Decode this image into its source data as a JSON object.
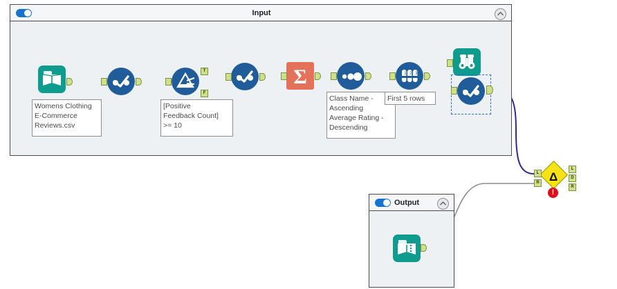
{
  "canvas": {
    "background": "#ffffff",
    "container_fill": "#eef1f4",
    "container_header_fill": "#f4f6f8",
    "container_border": "#4a4a4a",
    "accent_blue": "#1673cf",
    "tool_blue": "#1f5c99",
    "tool_teal": "#0f9b8e",
    "tool_orange": "#e4725b",
    "anchor_green": "#cfe08a",
    "selection_blue": "#2b6fd4",
    "wire_grey": "#8c8c8c",
    "wire_navy": "#2b2b8f",
    "error_red": "#e00c18",
    "join_yellow": "#f5e318"
  },
  "containers": [
    {
      "id": "input-container",
      "title": "Input",
      "toggle_on": true,
      "collapse_icon": "chevron-up-icon"
    },
    {
      "id": "output-container",
      "title": "Output",
      "toggle_on": true,
      "collapse_icon": "chevron-up-icon"
    }
  ],
  "tools": [
    {
      "id": "input-data",
      "name": "Input Data",
      "icon": "book-icon",
      "shape": "square-teal"
    },
    {
      "id": "select-1",
      "name": "Select",
      "icon": "select-icon",
      "shape": "circle-blue"
    },
    {
      "id": "filter",
      "name": "Filter",
      "icon": "filter-funnel-icon",
      "shape": "circle-blue",
      "anchors": [
        "T",
        "F"
      ]
    },
    {
      "id": "select-2",
      "name": "Select",
      "icon": "select-icon",
      "shape": "circle-blue"
    },
    {
      "id": "summarize",
      "name": "Summarize",
      "icon": "sigma-icon",
      "shape": "square-orange"
    },
    {
      "id": "sort",
      "name": "Sort",
      "icon": "sort-dots-icon",
      "shape": "circle-blue"
    },
    {
      "id": "sample",
      "name": "Sample",
      "icon": "test-tubes-icon",
      "shape": "circle-blue"
    },
    {
      "id": "browse",
      "name": "Browse",
      "icon": "binoculars-icon",
      "shape": "square-teal"
    },
    {
      "id": "select-3",
      "name": "Select",
      "icon": "select-icon",
      "shape": "circle-blue",
      "selected": true
    },
    {
      "id": "join",
      "name": "Join",
      "icon": "join-diamond-icon",
      "shape": "diamond-yellow",
      "glyph": "Δ",
      "inputs": [
        "L",
        "R"
      ],
      "outputs": [
        "L",
        "D",
        "R"
      ],
      "error": true,
      "error_glyph": "!"
    },
    {
      "id": "output-data",
      "name": "Output Data",
      "icon": "book-output-icon",
      "shape": "square-teal"
    }
  ],
  "annotations": [
    {
      "id": "note-input-file",
      "text": "Womens Clothing\nE-Commerce\nReviews.csv"
    },
    {
      "id": "note-filter",
      "text": "[Positive\nFeedback Count]\n>= 10"
    },
    {
      "id": "note-sort",
      "text": "Class Name -\nAscending\nAverage Rating -\nDescending"
    },
    {
      "id": "note-sample",
      "text": "First 5 rows"
    }
  ]
}
